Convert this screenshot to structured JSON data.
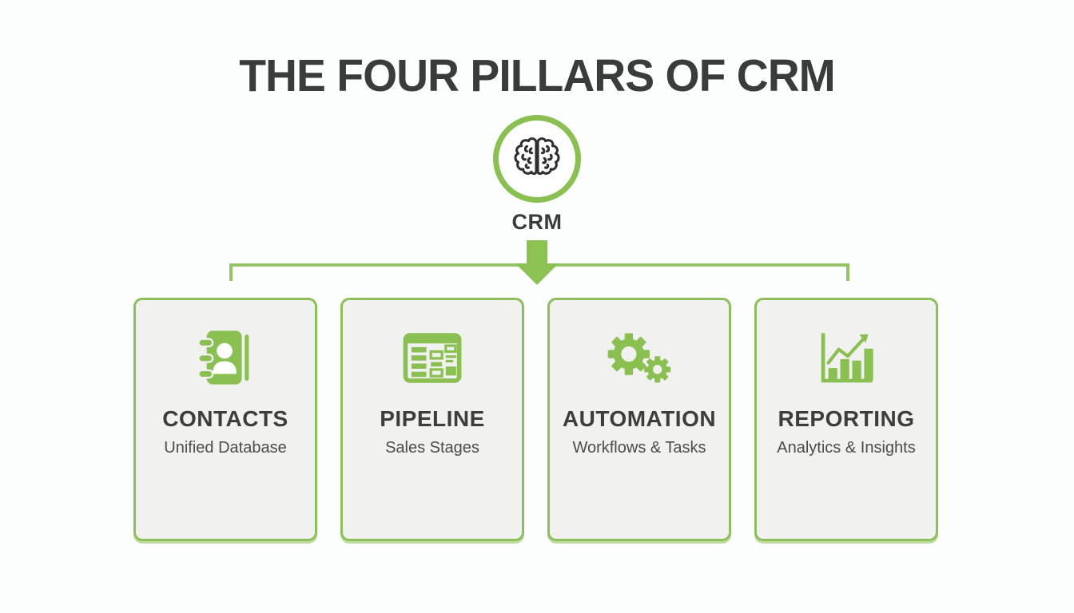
{
  "page": {
    "title": "THE FOUR PILLARS OF CRM",
    "hub_label": "CRM",
    "hub_icon": "brain-icon"
  },
  "colors": {
    "green": "#8abf52",
    "green_line": "#95c366",
    "green_border": "#8ebf5c",
    "card_bg": "#f1f2ef",
    "text_dark": "#3a3b3b",
    "text_sub": "#4b4b4b",
    "bg": "#fcfdfd"
  },
  "pillars": [
    {
      "name": "CONTACTS",
      "subtitle": "Unified Database",
      "icon": "contact-book-icon"
    },
    {
      "name": "PIPELINE",
      "subtitle": "Sales Stages",
      "icon": "kanban-board-icon"
    },
    {
      "name": "AUTOMATION",
      "subtitle": "Workflows & Tasks",
      "icon": "gears-icon"
    },
    {
      "name": "REPORTING",
      "subtitle": "Analytics & Insights",
      "icon": "bar-chart-icon"
    }
  ]
}
